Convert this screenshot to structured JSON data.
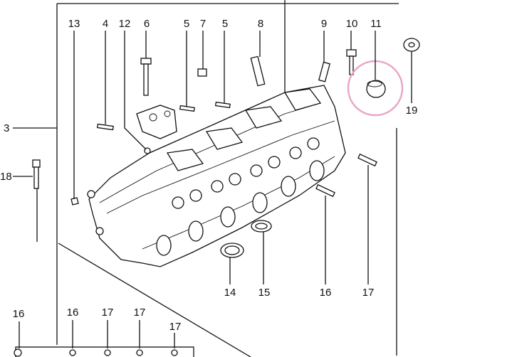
{
  "diagram": {
    "callouts": {
      "c13": "13",
      "c4": "4",
      "c12": "12",
      "c6": "6",
      "c5a": "5",
      "c7": "7",
      "c5b": "5",
      "c8": "8",
      "c9": "9",
      "c10": "10",
      "c11": "11",
      "c19": "19",
      "c3": "3",
      "c18": "18",
      "c14": "14",
      "c15": "15",
      "c16a": "16",
      "c17a": "17",
      "c16b": "16",
      "c16c": "16",
      "c17b": "17",
      "c17c": "17",
      "c17d": "17"
    },
    "highlight_color": "#e8a6c8",
    "line_color": "#111111"
  }
}
